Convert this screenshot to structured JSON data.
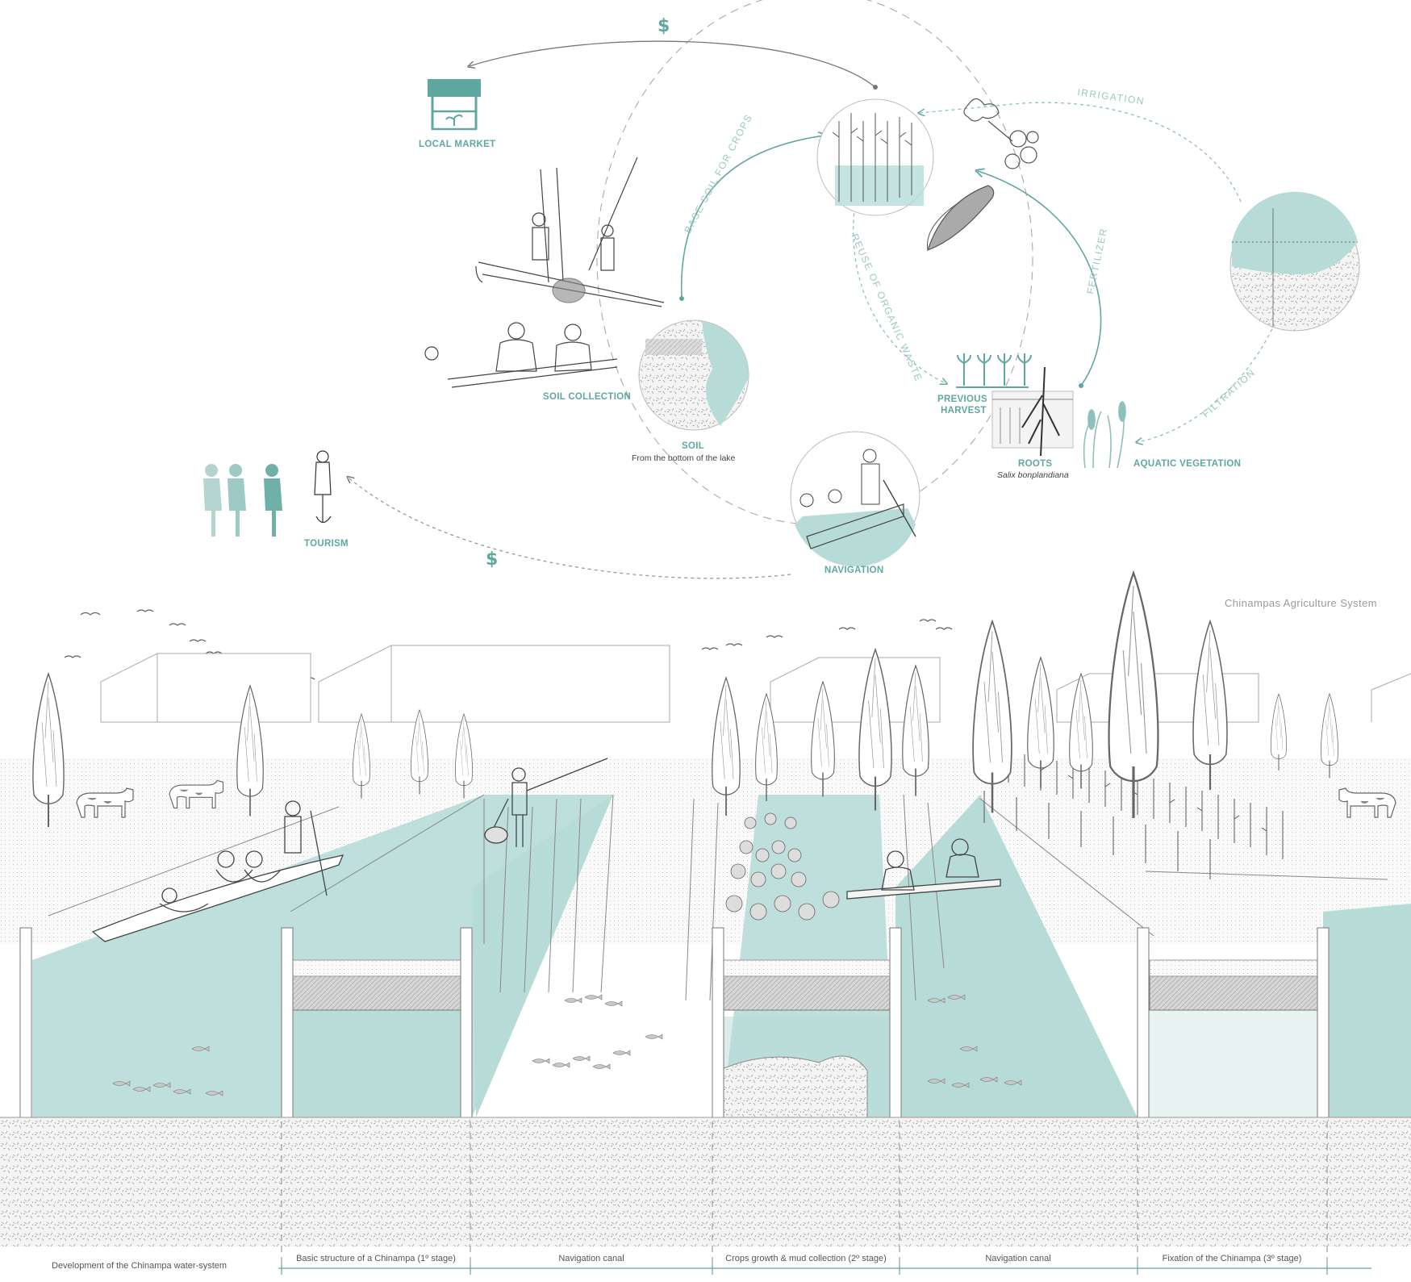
{
  "title": "Chinampas Agriculture System",
  "currency_symbol": "$",
  "cycle_labels": {
    "local_market": "LOCAL MARKET",
    "soil_collection": "SOIL COLLECTION",
    "soil": "SOIL",
    "soil_sub": "From the bottom of the lake",
    "previous_harvest_1": "PREVIOUS",
    "previous_harvest_2": "HARVEST",
    "roots": "ROOTS",
    "roots_sub": "Salix bonplandiana",
    "aquatic_vegetation": "AQUATIC VEGETATION",
    "navigation": "NAVIGATION",
    "tourism": "TOURISM"
  },
  "flow_labels": {
    "irrigation": "IRRIGATION",
    "base_soil": "BASE SOIL FOR CROPS",
    "reuse": "REUSE OF ORGANIC WASTE",
    "fertilizer": "FERTILIZER",
    "filtration": "FILTRATION"
  },
  "stages": {
    "intro": "Development of the Chinampa water-system",
    "items": [
      "Basic structure of a Chinampa (1º stage)",
      "Navigation canal",
      "Crops growth & mud collection (2º stage)",
      "Navigation canal",
      "Fixation of the Chinampa (3º stage)"
    ]
  },
  "colors": {
    "water": "#b7dcd7",
    "accent": "#5fa8a0",
    "soil_bg": "#eeeeee",
    "line": "#555555"
  },
  "icons": [
    "market-stall-icon",
    "sprout-icon",
    "tourist-figure-icon",
    "canoe-icon",
    "cow-icon",
    "cypress-tree-icon",
    "fish-icon",
    "corn-icon",
    "bird-icon"
  ]
}
